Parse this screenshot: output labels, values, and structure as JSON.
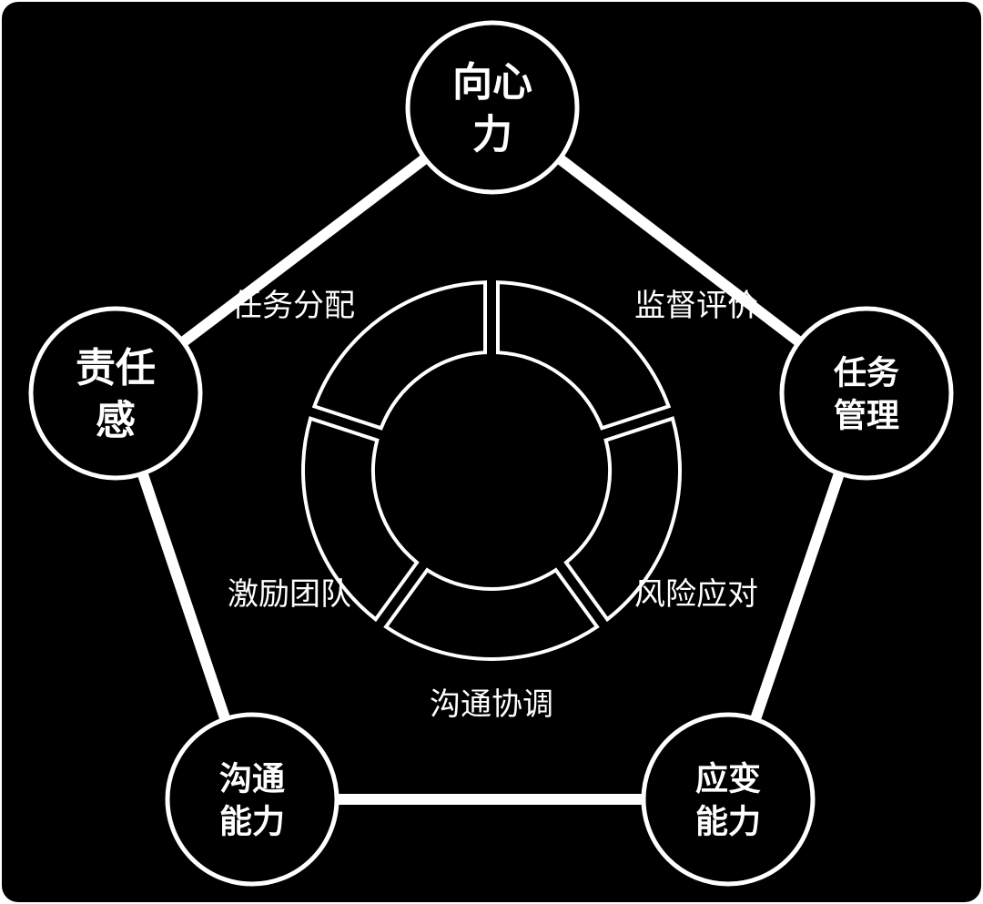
{
  "colors": {
    "background": "#000000",
    "stroke": "#ffffff"
  },
  "nodes": [
    {
      "lines": [
        "向心",
        "力"
      ]
    },
    {
      "lines": [
        "任务",
        "管理"
      ]
    },
    {
      "lines": [
        "应变",
        "能力"
      ]
    },
    {
      "lines": [
        "沟通",
        "能力"
      ]
    },
    {
      "lines": [
        "责任",
        "感"
      ]
    }
  ],
  "segments": [
    {
      "label": "监督评价"
    },
    {
      "label": "风险应对"
    },
    {
      "label": "沟通协调"
    },
    {
      "label": "激励团队"
    },
    {
      "label": "任务分配"
    }
  ]
}
